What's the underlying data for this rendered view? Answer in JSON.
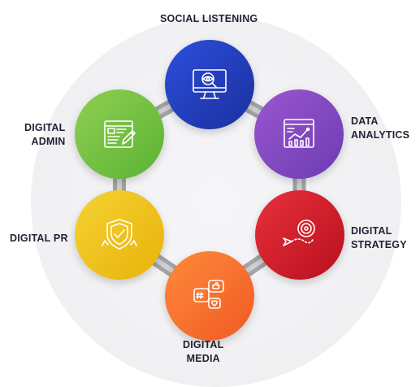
{
  "nodes": [
    {
      "id": "social",
      "label_lines": [
        "SOCIAL LISTENING"
      ],
      "icon": "monitor-eye-icon",
      "color": "#2340c7"
    },
    {
      "id": "data",
      "label_lines": [
        "DATA",
        "ANALYTICS"
      ],
      "icon": "analytics-chart-icon",
      "color": "#8248c2"
    },
    {
      "id": "strategy",
      "label_lines": [
        "DIGITAL",
        "STRATEGY"
      ],
      "icon": "target-arrow-icon",
      "color": "#d41e2c"
    },
    {
      "id": "media",
      "label_lines": [
        "DIGITAL",
        "MEDIA"
      ],
      "icon": "social-media-bubbles-icon",
      "color": "#f56f2c"
    },
    {
      "id": "pr",
      "label_lines": [
        "DIGITAL PR"
      ],
      "icon": "shield-check-icon",
      "color": "#f0c21c"
    },
    {
      "id": "admin",
      "label_lines": [
        "DIGITAL",
        "ADMIN"
      ],
      "icon": "edit-document-icon",
      "color": "#74c043"
    }
  ],
  "colors": {
    "ring": "#a3a3a6",
    "ring_inner": "#d9d9dc",
    "background_circle": "#f1f1f3",
    "label_text": "#1f2233"
  }
}
